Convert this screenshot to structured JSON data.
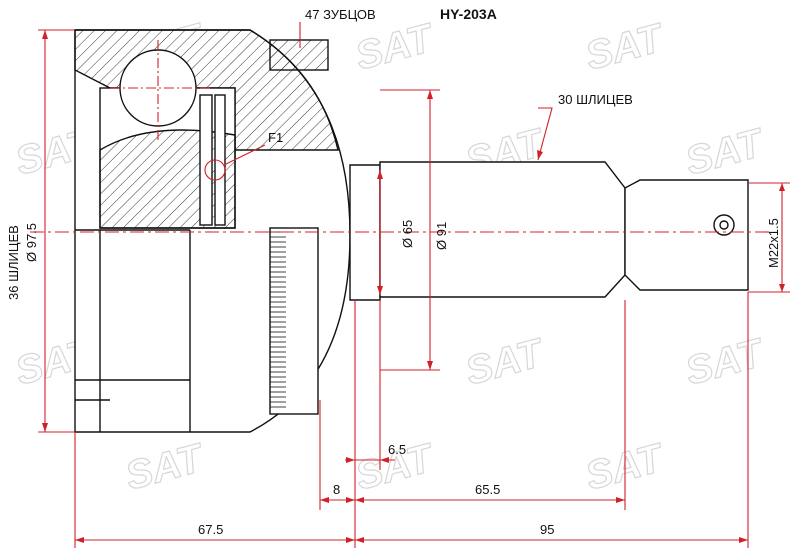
{
  "part_code": "HY-203A",
  "watermark": "SAT",
  "labels": {
    "teeth": "47 ЗУБЦОВ",
    "splines_outer": "30 ШЛИЦЕВ",
    "splines_inner": "36 ШЛИЦЕВ",
    "outer_diameter": "Ø 97.5",
    "f1": "F1",
    "d65": "Ø 65",
    "d91": "Ø 91",
    "thread": "M22x1.5"
  },
  "dimensions": {
    "d_6_5": "6.5",
    "d_8": "8",
    "d_65_5": "65.5",
    "d_67_5": "67.5",
    "d_95": "95"
  },
  "colors": {
    "dimension": "#d2202a",
    "outline": "#111111",
    "watermark": "#d7d7d7"
  }
}
